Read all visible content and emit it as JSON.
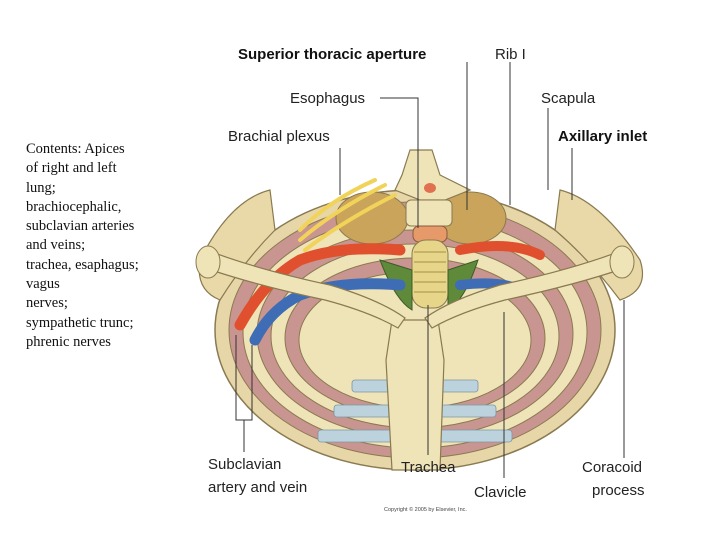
{
  "contents_text": "Contents: Apices\nof right and left\nlung;\nbrachiocephalic,\nsubclavian arteries\nand veins;\ntrachea, esaphagus;\nvagus\nnerves;\nsympathetic trunc;\nphrenic nerves",
  "labels": {
    "superior_thoracic_aperture": "Superior thoracic aperture",
    "rib_i": "Rib I",
    "esophagus": "Esophagus",
    "scapula": "Scapula",
    "brachial_plexus": "Brachial plexus",
    "axillary_inlet": "Axillary inlet",
    "subclavian_line1": "Subclavian",
    "subclavian_line2": "artery and vein",
    "trachea": "Trachea",
    "clavicle": "Clavicle",
    "coracoid_line1": "Coracoid",
    "coracoid_line2": "process"
  },
  "copyright": "Copyright © 2005 by Elsevier, Inc.",
  "colors": {
    "bone": "#efe3b8",
    "bone_outline": "#8a7a50",
    "rib_pink": "#c88a8a",
    "cartilage": "#bcd2dc",
    "artery": "#e0502e",
    "vein": "#3f6db5",
    "nerve": "#f2d35a",
    "lung_apex": "#c9a45a",
    "trachea_green": "#5e8a3a"
  }
}
